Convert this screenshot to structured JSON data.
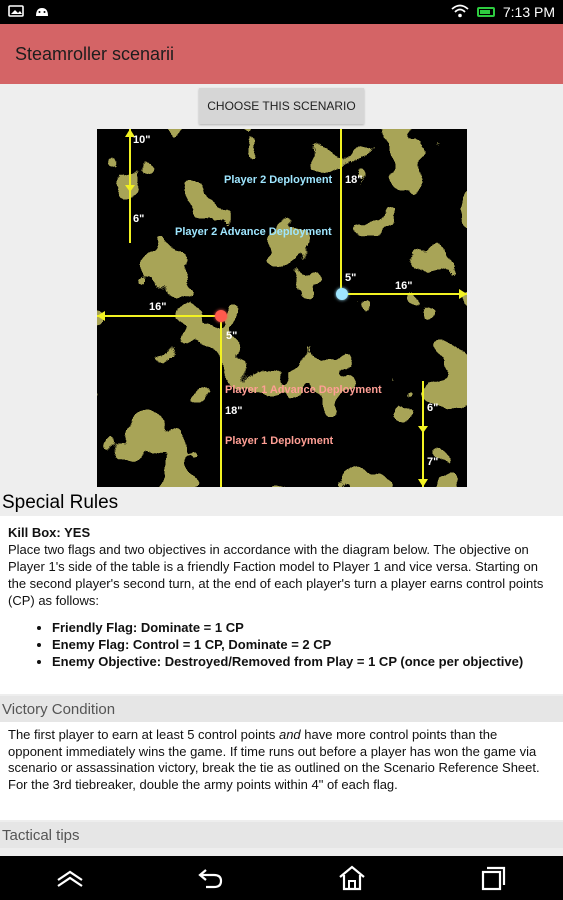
{
  "status": {
    "time": "7:13 PM"
  },
  "app": {
    "title": "Steamroller scenarii"
  },
  "choose_button": "CHOOSE THIS SCENARIO",
  "map": {
    "labels": {
      "top_10": "10\"",
      "p2_deploy": "Player 2 Deployment",
      "p2_18": "18\"",
      "top_6": "6\"",
      "p2_adv": "Player 2 Advance Deployment",
      "obj_5_right": "5\"",
      "right_16": "16\"",
      "left_16": "16\"",
      "obj_5_left": "5\"",
      "p1_adv": "Player 1 Advance Deployment",
      "bottom_6": "6\"",
      "p1_18": "18\"",
      "p1_deploy": "Player 1 Deployment",
      "bottom_7": "7\""
    }
  },
  "special_rules": {
    "heading": "Special Rules",
    "kill_box": "Kill Box: YES",
    "intro": "Place two flags and two objectives in accordance with the diagram below. The objective on Player 1's side of the table is a friendly Faction model to Player 1 and vice versa. Starting on the second player's second turn, at the end of each player's turn a player earns control points (CP) as follows:",
    "items": [
      "Friendly Flag: Dominate = 1 CP",
      "Enemy Flag: Control = 1 CP, Dominate = 2 CP",
      "Enemy Objective: Destroyed/Removed from Play = 1 CP (once per objective)"
    ]
  },
  "victory": {
    "heading": "Victory Condition",
    "text_before": "The first player to earn at least 5 control points ",
    "text_em": "and",
    "text_after": " have more control points than the opponent immediately wins the game. If time runs out before a player has won the game via scenario or assassination victory, break the tie as outlined on the Scenario Reference Sheet. For the 3rd tiebreaker, double the army points within 4\" of each flag."
  },
  "tactical": {
    "heading": "Tactical tips"
  }
}
